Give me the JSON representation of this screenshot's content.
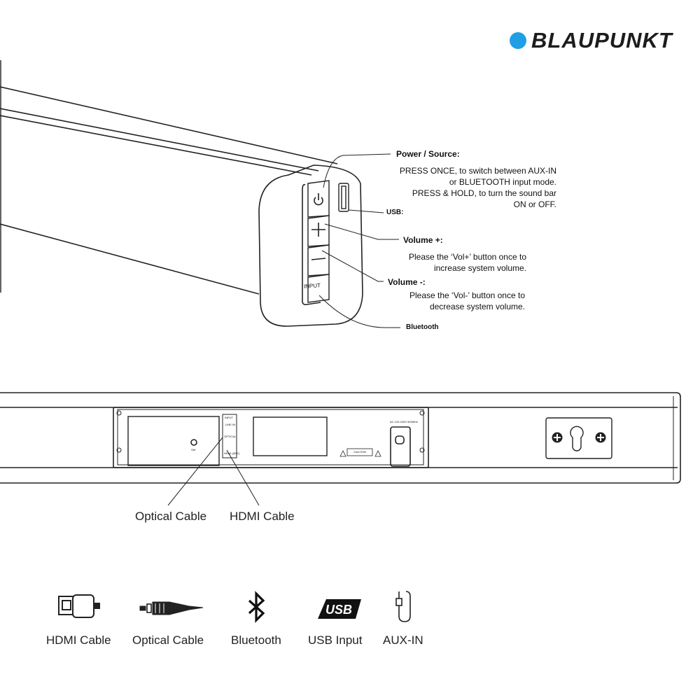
{
  "brand": {
    "name": "BLAUPUNKT",
    "accent_color": "#1f9fe6"
  },
  "callouts": {
    "power": {
      "title": "Power / Source:",
      "lines": [
        "PRESS ONCE, to switch between AUX-IN",
        "or BLUETOOTH input mode.",
        "PRESS & HOLD, to turn the sound bar",
        "ON or OFF."
      ]
    },
    "usb": {
      "title": "USB:"
    },
    "volume_up": {
      "title": "Volume +:",
      "lines": [
        "Please the ‘Vol+’ button once to",
        "increase system volume."
      ]
    },
    "volume_down": {
      "title": "Volume -:",
      "lines": [
        "Please the ‘Vol-’ button once to",
        "decrease system volume."
      ]
    },
    "bluetooth": {
      "title": "Bluetooth"
    }
  },
  "soundbar_side": {
    "input_button_label": "INPUT"
  },
  "back_panel": {
    "labels": {
      "input": "INPUT",
      "linein": "LINE IN",
      "optical": "OPTICAL",
      "hdmi": "HDMI (ARC)",
      "sw": "SW",
      "ac": "AC 120-240V 50/60Hz",
      "caution": "CAUTION"
    }
  },
  "cables": {
    "optical": "Optical Cable",
    "hdmi": "HDMI Cable"
  },
  "legend": [
    {
      "icon": "hdmi-cable-icon",
      "label": "HDMI Cable"
    },
    {
      "icon": "optical-cable-icon",
      "label": "Optical Cable"
    },
    {
      "icon": "bluetooth-icon",
      "label": "Bluetooth"
    },
    {
      "icon": "usb-icon",
      "label": "USB Input",
      "icon_text": "USB"
    },
    {
      "icon": "aux-in-icon",
      "label": "AUX-IN"
    }
  ]
}
